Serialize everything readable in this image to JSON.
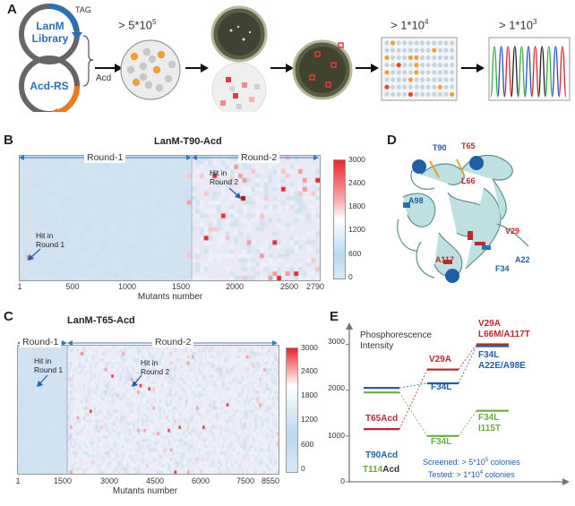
{
  "panels": {
    "A": {
      "letter": "A",
      "tag": "TAG",
      "library": [
        "LanM",
        "Library"
      ],
      "synthetase": "Acd-RS",
      "reagent": "Acd",
      "counts": [
        "> 5*10",
        "5",
        "> 1*10",
        "4",
        "> 1*10",
        "3"
      ]
    },
    "B": {
      "letter": "B",
      "title": "LanM-T90-Acd",
      "round1": "Round-1",
      "round2": "Round-2",
      "hit1": [
        "Hit in",
        "Round 1"
      ],
      "hit2": [
        "Hit in",
        "Round 2"
      ],
      "xlabel": "Mutants number",
      "xticks": [
        "1",
        "500",
        "1000",
        "1500",
        "2000",
        "2500",
        "2790"
      ],
      "cbticks": [
        "3000",
        "2400",
        "1800",
        "1200",
        "600",
        "0"
      ]
    },
    "C": {
      "letter": "C",
      "title": "LanM-T65-Acd",
      "round1": "Round-1",
      "round2": "Round-2",
      "hit1": [
        "Hit in",
        "Round 1"
      ],
      "hit2": [
        "Hit in",
        "Round 2"
      ],
      "xlabel": "Mutants number",
      "xticks": [
        "1",
        "1500",
        "3000",
        "4500",
        "6000",
        "7500",
        "8550"
      ],
      "cbticks": [
        "3000",
        "2400",
        "1800",
        "1200",
        "600",
        "0"
      ]
    },
    "D": {
      "letter": "D",
      "residues": [
        "T90",
        "T65",
        "L66",
        "A98",
        "V29",
        "A22",
        "F34",
        "A117"
      ]
    },
    "E": {
      "letter": "E",
      "ylabel": [
        "Phosphorescence",
        "Intensity"
      ],
      "yticks": [
        "3000",
        "2000",
        "1000",
        "0"
      ],
      "labels": {
        "t65acd": "T65Acd",
        "t90acd": "T90Acd",
        "t114acd": [
          "T114",
          "Acd"
        ],
        "v29a_mid": "V29A",
        "f34l_mid": "F34L",
        "f34l_green_mid": "F34L",
        "v29a_top": "V29A",
        "l66m": "L66M/A117T",
        "f34l_top": "F34L",
        "a22e": "A22E/A98E",
        "f34l_green_top": "F34L",
        "i115t": "I115T"
      },
      "note": [
        "Screened: > 5*10",
        "5",
        " colonies",
        "Tested: > 1*10",
        "4",
        " colonies"
      ]
    }
  },
  "chart_data": [
    {
      "type": "heatmap",
      "title": "LanM-T90-Acd",
      "xlabel": "Mutants number",
      "x_range": [
        1,
        2790
      ],
      "x_ticks": [
        1,
        500,
        1000,
        1500,
        2000,
        2500,
        2790
      ],
      "round_boundary": 1580,
      "colorbar_range": [
        0,
        3000
      ],
      "colorbar_ticks": [
        0,
        600,
        1200,
        1800,
        2400,
        3000
      ]
    },
    {
      "type": "heatmap",
      "title": "LanM-T65-Acd",
      "xlabel": "Mutants number",
      "x_range": [
        1,
        8550
      ],
      "x_ticks": [
        1,
        1500,
        3000,
        4500,
        6000,
        7500,
        8550
      ],
      "round_boundary": 1500,
      "colorbar_range": [
        0,
        3000
      ],
      "colorbar_ticks": [
        0,
        600,
        1200,
        1800,
        2400,
        3000
      ]
    },
    {
      "type": "line",
      "title": "",
      "ylabel": "Phosphorescence Intensity",
      "ylim": [
        0,
        3400
      ],
      "yticks": [
        0,
        1000,
        2000,
        3000
      ],
      "series": [
        {
          "values": [
            1150,
            2450,
            3000
          ]
        },
        {
          "values": [
            2050,
            2150,
            2960
          ]
        },
        {
          "values": [
            1950,
            1000,
            1550
          ]
        }
      ]
    }
  ],
  "colors": {
    "red": "#c0272d",
    "blue": "#1f5fa8",
    "green": "#6aab3f",
    "orange": "#f0a030"
  }
}
